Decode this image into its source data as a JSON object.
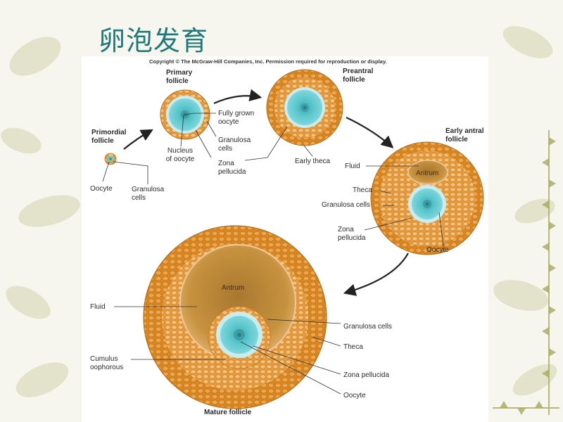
{
  "slide": {
    "title": "卵泡发育",
    "copyright": "Copyright © The McGraw-Hill Companies, Inc. Permission required for reproduction or display."
  },
  "colors": {
    "title": "#217a7a",
    "follicle_cells": "#e59a3e",
    "theca_outer": "#d9861f",
    "oocyte": "#5ec9cf",
    "zona": "#c9ecee",
    "antrum": "#c7923f",
    "background": "#f7f6ee"
  },
  "stages": {
    "primordial": {
      "title_l1": "Primordial",
      "title_l2": "follicle",
      "oocyte_label": "Oocyte",
      "granulosa_l1": "Granulosa",
      "granulosa_l2": "cells"
    },
    "primary": {
      "title_l1": "Primary",
      "title_l2": "follicle",
      "fully_grown_l1": "Fully grown",
      "fully_grown_l2": "oocyte",
      "granulosa_l1": "Granulosa",
      "granulosa_l2": "cells",
      "nucleus_l1": "Nucleus",
      "nucleus_l2": "of oocyte",
      "zona_l1": "Zona",
      "zona_l2": "pellucida"
    },
    "preantral": {
      "title_l1": "Preantral",
      "title_l2": "follicle",
      "early_theca": "Early theca"
    },
    "early_antral": {
      "title_l1": "Early antral",
      "title_l2": "follicle",
      "fluid": "Fluid",
      "antrum": "Antrum",
      "theca": "Theca",
      "granulosa": "Granulosa cells",
      "zona_l1": "Zona",
      "zona_l2": "pellucida",
      "oocyte": "Oocyte"
    },
    "mature": {
      "title": "Mature follicle",
      "antrum": "Antrum",
      "fluid": "Fluid",
      "cumulus_l1": "Cumulus",
      "cumulus_l2": "oophorous",
      "granulosa": "Granulosa cells",
      "theca": "Theca",
      "zona": "Zona pellucida",
      "oocyte": "Oocyte"
    }
  }
}
